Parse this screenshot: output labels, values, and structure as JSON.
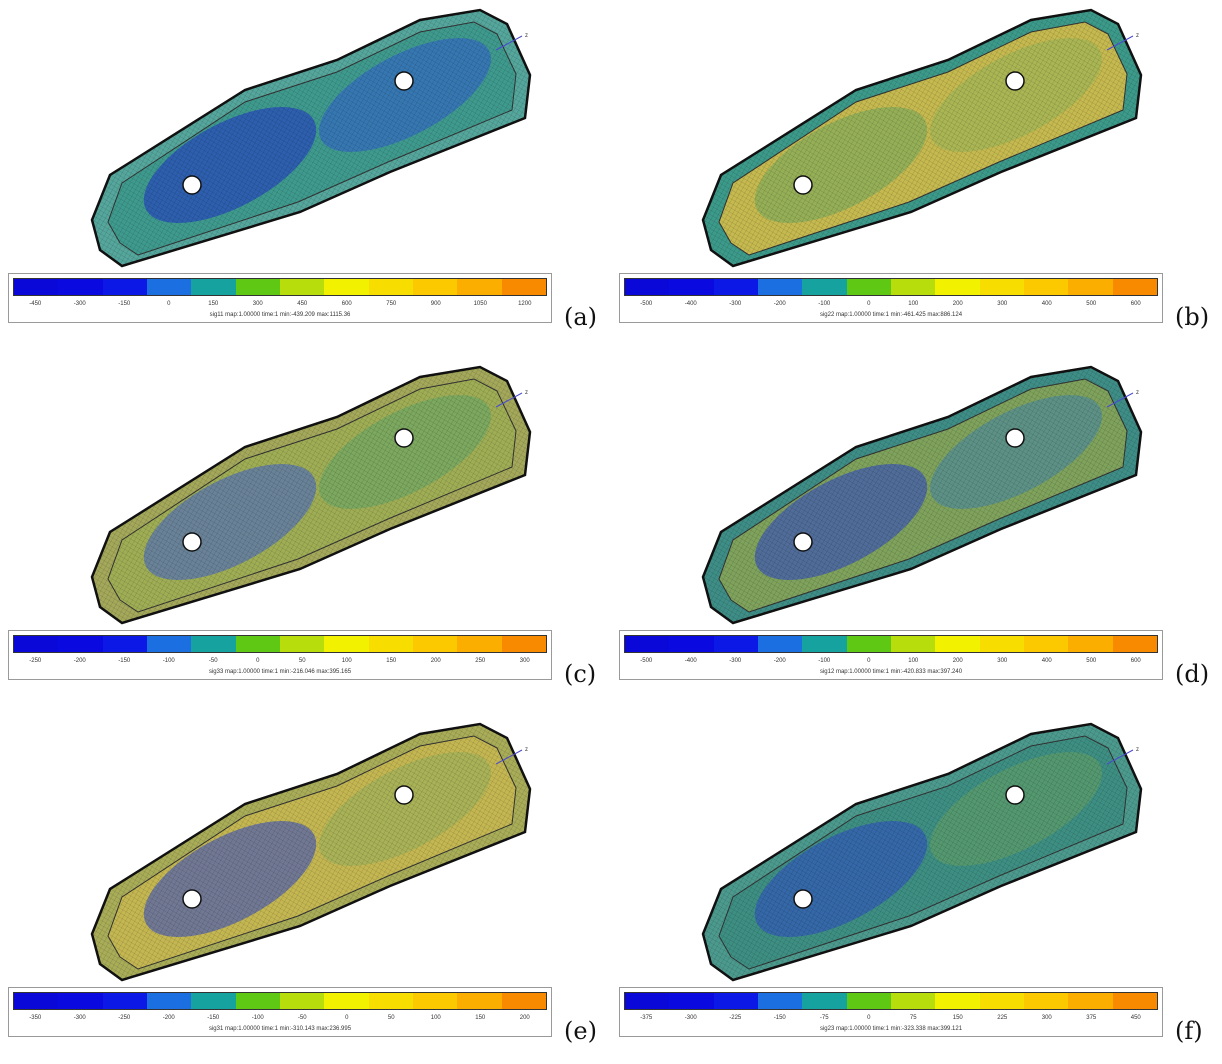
{
  "panels": [
    {
      "label": "(a)",
      "caption": "sig11 map:1.00000    time:1          min:-439.209 max:1115.36",
      "ticks": [
        "-450",
        "-300",
        "-150",
        "0",
        "150",
        "300",
        "450",
        "600",
        "750",
        "900",
        "1050",
        "1200"
      ],
      "colors": {
        "body": "#3f9a8e",
        "rim": "#55a69c",
        "patch1": "#1f2fc8",
        "patch2": "#2e53d6"
      }
    },
    {
      "label": "(b)",
      "caption": "sig22 map:1.00000    time:1          min:-461.425 max:886.124",
      "ticks": [
        "-500",
        "-400",
        "-300",
        "-200",
        "-100",
        "0",
        "100",
        "200",
        "300",
        "400",
        "500",
        "600"
      ],
      "colors": {
        "body": "#c5b94f",
        "rim": "#3c9a8a",
        "patch1": "#6ea85e",
        "patch2": "#8fb35a"
      }
    },
    {
      "label": "(c)",
      "caption": "sig33 map:1.00000    time:1          min:-216.046 max:395.165",
      "ticks": [
        "-250",
        "-200",
        "-150",
        "-100",
        "-50",
        "0",
        "50",
        "100",
        "150",
        "200",
        "250",
        "300"
      ],
      "colors": {
        "body": "#9fae55",
        "rim": "#a4a85a",
        "patch1": "#3d5fcf",
        "patch2": "#5aa26a"
      }
    },
    {
      "label": "(d)",
      "caption": "sig12 map:1.00000    time:1          min:-420.833 max:397.240",
      "ticks": [
        "-500",
        "-400",
        "-300",
        "-200",
        "-100",
        "0",
        "100",
        "200",
        "300",
        "400",
        "500",
        "600"
      ],
      "colors": {
        "body": "#7fa25c",
        "rim": "#3e8e87",
        "patch1": "#2a3fcc",
        "patch2": "#3b7fb0"
      }
    },
    {
      "label": "(e)",
      "caption": "sig31 map:1.00000    time:1          min:-310.143 max:236.995",
      "ticks": [
        "-350",
        "-300",
        "-250",
        "-200",
        "-150",
        "-100",
        "-50",
        "0",
        "50",
        "100",
        "150",
        "200"
      ],
      "colors": {
        "body": "#c4b752",
        "rim": "#a9ad58",
        "patch1": "#2d46c8",
        "patch2": "#8dad5c"
      }
    },
    {
      "label": "(f)",
      "caption": "sig23 map:1.00000    time:1          min:-323.338 max:399.121",
      "ticks": [
        "-375",
        "-300",
        "-225",
        "-150",
        "-75",
        "0",
        "75",
        "150",
        "225",
        "300",
        "375",
        "450"
      ],
      "colors": {
        "body": "#3e8f83",
        "rim": "#4c9a8e",
        "patch1": "#2d48c6",
        "patch2": "#6aa25d"
      }
    }
  ],
  "axis_label": "z",
  "colormap": [
    "#0a07d9",
    "#0a0ae0",
    "#0b18e6",
    "#1c6fe0",
    "#16a3a0",
    "#5fc814",
    "#b7de0c",
    "#f2f200",
    "#f8de00",
    "#fcc800",
    "#fbad00",
    "#f88a00"
  ]
}
